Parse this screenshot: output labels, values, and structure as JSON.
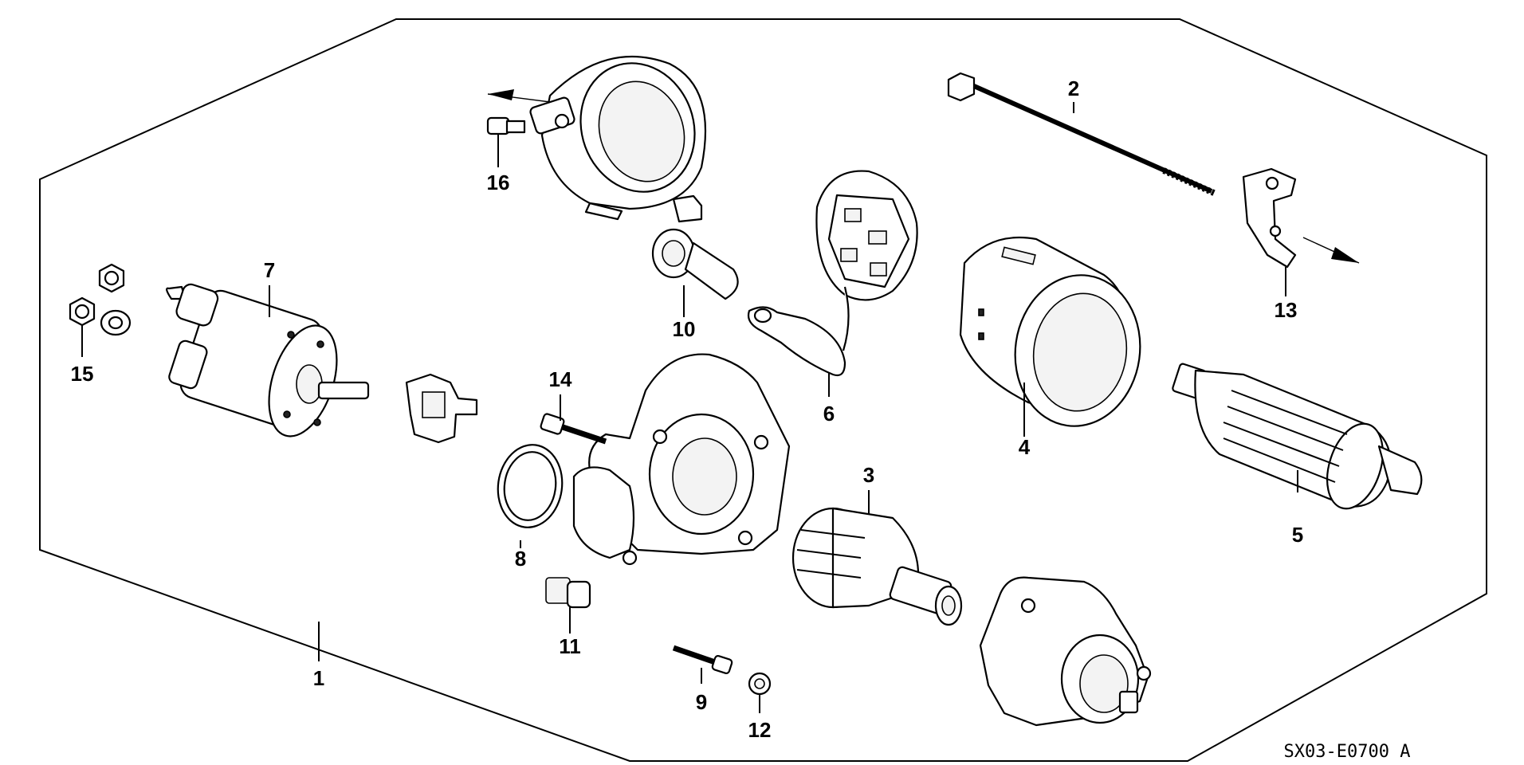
{
  "diagram": {
    "drawing_code": "SX03-E0700 A",
    "callouts": [
      {
        "id": "1",
        "label": "1"
      },
      {
        "id": "2",
        "label": "2"
      },
      {
        "id": "3",
        "label": "3"
      },
      {
        "id": "4",
        "label": "4"
      },
      {
        "id": "5",
        "label": "5"
      },
      {
        "id": "6",
        "label": "6"
      },
      {
        "id": "7",
        "label": "7"
      },
      {
        "id": "8",
        "label": "8"
      },
      {
        "id": "9",
        "label": "9"
      },
      {
        "id": "10",
        "label": "10"
      },
      {
        "id": "11",
        "label": "11"
      },
      {
        "id": "12",
        "label": "12"
      },
      {
        "id": "13",
        "label": "13"
      },
      {
        "id": "14",
        "label": "14"
      },
      {
        "id": "15",
        "label": "15"
      },
      {
        "id": "16",
        "label": "16"
      }
    ]
  }
}
